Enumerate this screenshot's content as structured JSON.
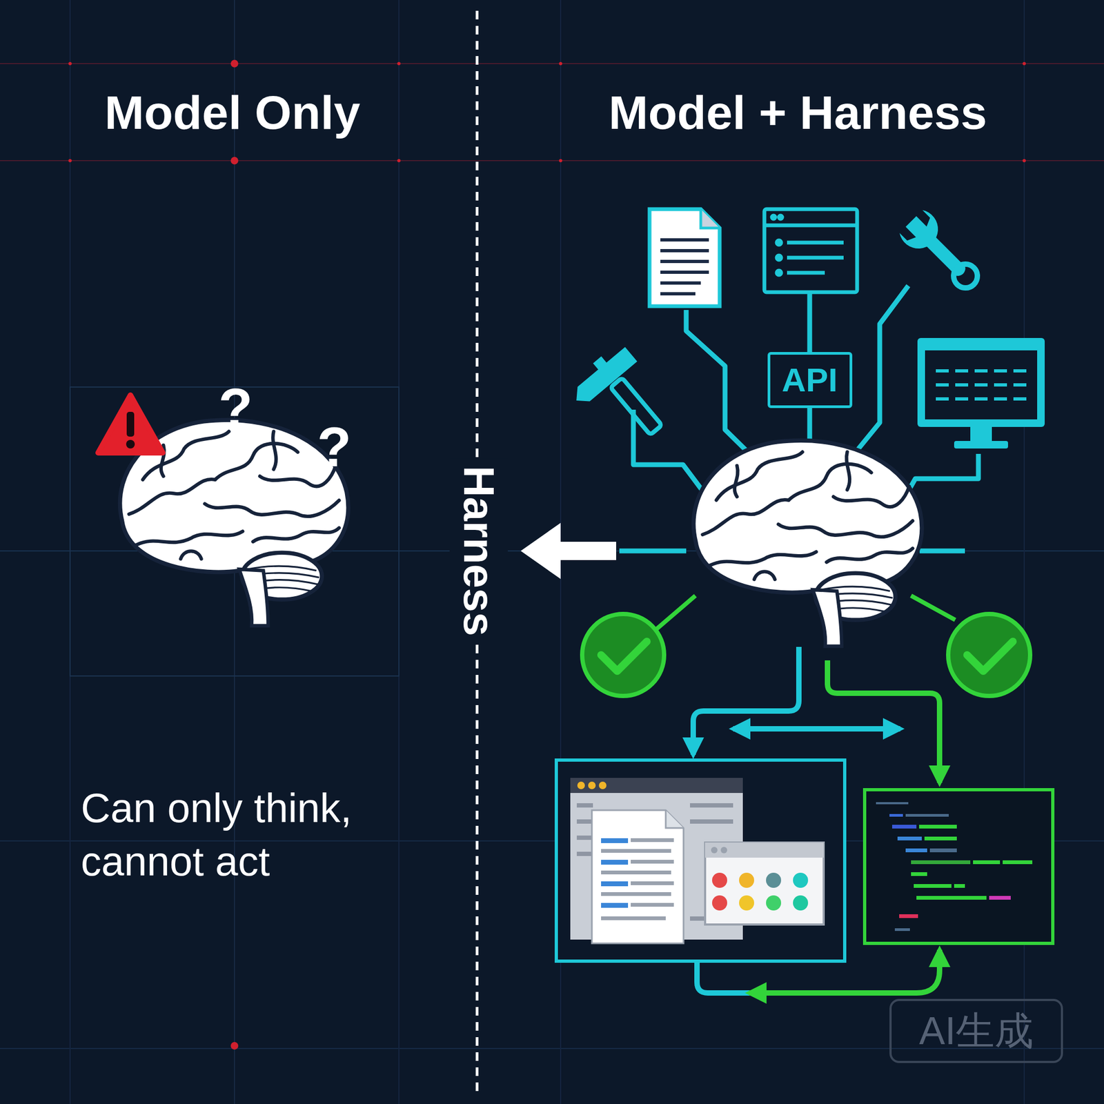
{
  "diagram": {
    "nodes": [
      {
        "text": [
          "API"
        ]
      }
    ],
    "labels": [
      "Model Only",
      "Model + Harness",
      "?",
      "?",
      "Can only think, cannot act",
      "Harness",
      "AI生成"
    ]
  }
}
